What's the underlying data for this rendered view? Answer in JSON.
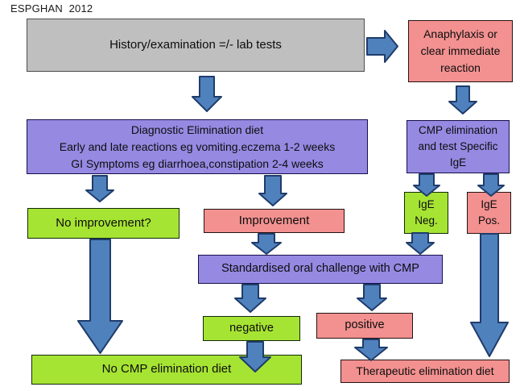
{
  "title": "ESPGHAN  2012",
  "colors": {
    "box_gray": "#bfbfbf",
    "box_purple": "#9689e2",
    "box_pink": "#f29190",
    "box_green": "#a6e433",
    "arrow_fill": "#4f81bd",
    "arrow_stroke": "#1f3c6a"
  },
  "nodes": {
    "history": {
      "type": "gray",
      "text": "History/examination =/- lab tests"
    },
    "anaphylaxis": {
      "type": "pink",
      "text": "Anaphylaxis or\nclear immediate\nreaction"
    },
    "diagnostic": {
      "type": "purple",
      "text": "Diagnostic Elimination diet\nEarly and late reactions eg vomiting.eczema 1-2 weeks\nGI Symptoms eg diarrhoea,constipation 2-4 weeks"
    },
    "cmp_elimination": {
      "type": "purple",
      "text": "CMP elimination\nand test Specific\nIgE"
    },
    "no_improvement": {
      "type": "green",
      "text": "No improvement?"
    },
    "improvement": {
      "type": "pink",
      "text": "Improvement"
    },
    "ige_neg": {
      "type": "green",
      "text": "IgE\nNeg."
    },
    "ige_pos": {
      "type": "pink",
      "text": "IgE\nPos."
    },
    "oral_challenge": {
      "type": "purple",
      "text": "Standardised oral challenge with CMP"
    },
    "negative": {
      "type": "green",
      "text": "negative"
    },
    "positive": {
      "type": "pink",
      "text": "positive"
    },
    "no_cmp_diet": {
      "type": "green",
      "text": "No CMP elimination diet"
    },
    "therapeutic_diet": {
      "type": "pink",
      "text": "Therapeutic elimination diet"
    }
  },
  "edges": [
    {
      "from": "history",
      "to": "anaphylaxis"
    },
    {
      "from": "history",
      "to": "diagnostic"
    },
    {
      "from": "anaphylaxis",
      "to": "cmp_elimination"
    },
    {
      "from": "diagnostic",
      "to": "no_improvement"
    },
    {
      "from": "diagnostic",
      "to": "improvement"
    },
    {
      "from": "cmp_elimination",
      "to": "ige_neg"
    },
    {
      "from": "cmp_elimination",
      "to": "ige_pos"
    },
    {
      "from": "improvement",
      "to": "oral_challenge"
    },
    {
      "from": "ige_neg",
      "to": "oral_challenge"
    },
    {
      "from": "oral_challenge",
      "to": "negative"
    },
    {
      "from": "oral_challenge",
      "to": "positive"
    },
    {
      "from": "no_improvement",
      "to": "no_cmp_diet"
    },
    {
      "from": "negative",
      "to": "no_cmp_diet"
    },
    {
      "from": "positive",
      "to": "therapeutic_diet"
    },
    {
      "from": "ige_pos",
      "to": "therapeutic_diet"
    }
  ]
}
